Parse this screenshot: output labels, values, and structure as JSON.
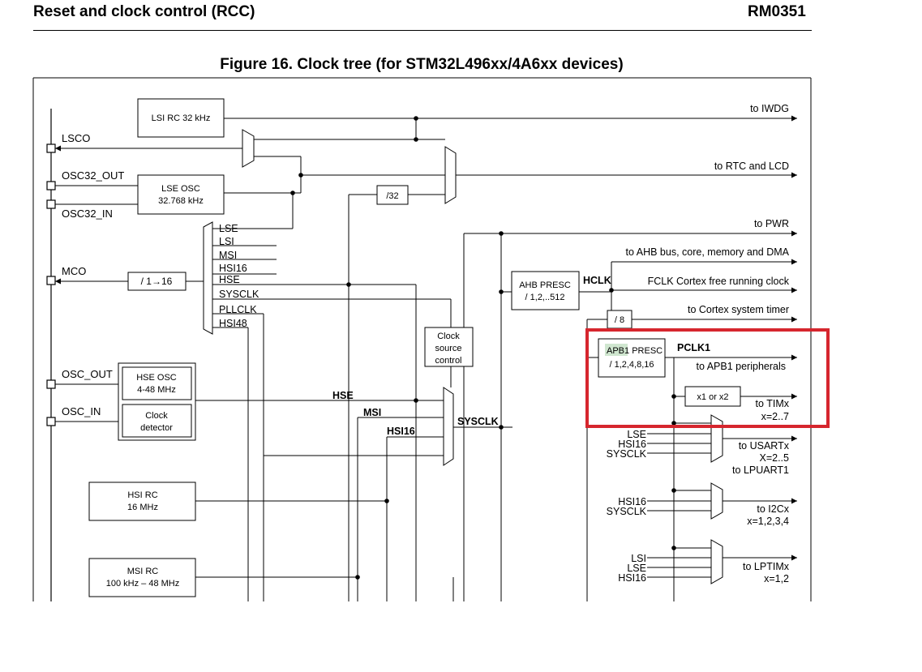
{
  "header": {
    "section": "Reset and clock control (RCC)",
    "doc": "RM0351"
  },
  "figure": {
    "title": "Figure 16. Clock tree (for STM32L496xx/4A6xx devices)"
  },
  "pins": {
    "lsco": "LSCO",
    "osc32_out": "OSC32_OUT",
    "osc32_in": "OSC32_IN",
    "mco": "MCO",
    "osc_out": "OSC_OUT",
    "osc_in": "OSC_IN"
  },
  "blocks": {
    "lsi_rc": "LSI RC 32 kHz",
    "lse_osc_1": "LSE OSC",
    "lse_osc_2": "32.768 kHz",
    "div32": "/32",
    "mco_div": "/ 1→16",
    "hse_osc_1": "HSE OSC",
    "hse_osc_2": "4-48 MHz",
    "clock_detector_1": "Clock",
    "clock_detector_2": "detector",
    "hsi_rc_1": "HSI RC",
    "hsi_rc_2": "16 MHz",
    "msi_rc_1": "MSI RC",
    "msi_rc_2": "100 kHz – 48 MHz",
    "clock_source_control_1": "Clock",
    "clock_source_control_2": "source",
    "clock_source_control_3": "control",
    "ahb_presc_1": "AHB PRESC",
    "ahb_presc_2": "/ 1,2,..512",
    "div8": "/ 8",
    "apb1_presc_hl": "APB1",
    "apb1_presc_rest": "PRESC",
    "apb1_presc_2": "/ 1,2,4,8,16",
    "x1x2": "x1 or x2"
  },
  "mco_inputs": [
    "LSE",
    "LSI",
    "MSI",
    "HSI16",
    "HSE",
    "SYSCLK",
    "PLLCLK",
    "HSI48"
  ],
  "signals": {
    "hse": "HSE",
    "msi": "MSI",
    "hsi16": "HSI16",
    "sysclk": "SYSCLK",
    "hclk": "HCLK",
    "pclk1": "PCLK1"
  },
  "outputs": {
    "iwdg": "to IWDG",
    "rtc_lcd": "to RTC and LCD",
    "pwr": "to PWR",
    "ahb": "to AHB bus, core, memory and DMA",
    "fclk": "FCLK Cortex free running clock",
    "systick": "to Cortex system timer",
    "apb1_periph": "to APB1 peripherals",
    "timx_1": "to TIMx",
    "timx_2": "x=2..7",
    "usart_1": "to USARTx",
    "usart_2": "X=2..5",
    "usart_3": "to LPUART1",
    "i2c_1": "to I2Cx",
    "i2c_2": "x=1,2,3,4",
    "lptim_1": "to LPTIMx",
    "lptim_2": "x=1,2"
  },
  "mux_inputs": {
    "usart": [
      "LSE",
      "HSI16",
      "SYSCLK"
    ],
    "i2c": [
      "HSI16",
      "SYSCLK"
    ],
    "lptim": [
      "LSI",
      "LSE",
      "HSI16"
    ]
  },
  "colors": {
    "highlight_box": "#d6262e",
    "apb1_highlight": "#cfe6cf"
  }
}
